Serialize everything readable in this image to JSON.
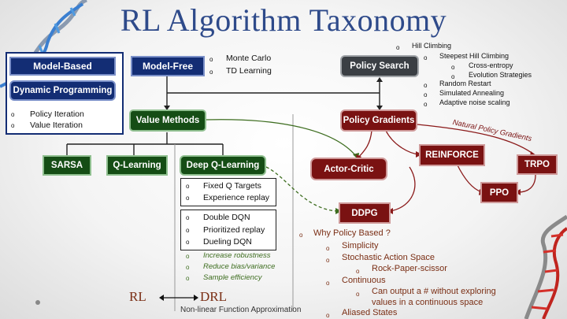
{
  "title": "RL Algorithm Taxonomy",
  "model_based": {
    "label": "Model-Based",
    "dp": "Dynamic Programming",
    "items": [
      "Policy Iteration",
      "Value Iteration"
    ]
  },
  "model_free": {
    "label": "Model-Free",
    "items": [
      "Monte Carlo",
      "TD Learning"
    ]
  },
  "policy_search": {
    "label": "Policy Search",
    "items": [
      "Hill Climbing",
      "Steepest Hill Climbing",
      "Cross-entropy",
      "Evolution Strategies",
      "Random Restart",
      "Simulated Annealing",
      "Adaptive noise scaling"
    ]
  },
  "value_methods": "Value Methods",
  "sarsa": "SARSA",
  "qlearning": "Q-Learning",
  "deep_q": "Deep Q-Learning",
  "dq_group1": [
    "Fixed Q Targets",
    "Experience replay"
  ],
  "dq_group2": [
    "Double DQN",
    "Prioritized replay",
    "Dueling DQN"
  ],
  "dq_benefits": [
    "Increase robustness",
    "Reduce bias/variance",
    "Sample efficiency"
  ],
  "policy_gradients": "Policy Gradients",
  "natural_pg": "Natural Policy Gradients",
  "reinforce": "REINFORCE",
  "trpo": "TRPO",
  "ppo": "PPO",
  "actor_critic": "Actor-Critic",
  "ddpg": "DDPG",
  "why": {
    "heading": "Why Policy Based ?",
    "items": [
      "Simplicity",
      "Stochastic Action Space",
      "Rock-Paper-scissor",
      "Continuous",
      "Can output a # without exploring",
      "values in a continuous space",
      "Aliased States"
    ]
  },
  "rl": "RL",
  "drl": "DRL",
  "nonlinear": "Non-linear Function Approximation",
  "colors": {
    "title": "#2e4a8a",
    "blue": "#132d74",
    "green": "#154d15",
    "red": "#7a1212",
    "dark": "#3b3f44",
    "olive": "#3d6d1f",
    "brown": "#7a2e14"
  }
}
